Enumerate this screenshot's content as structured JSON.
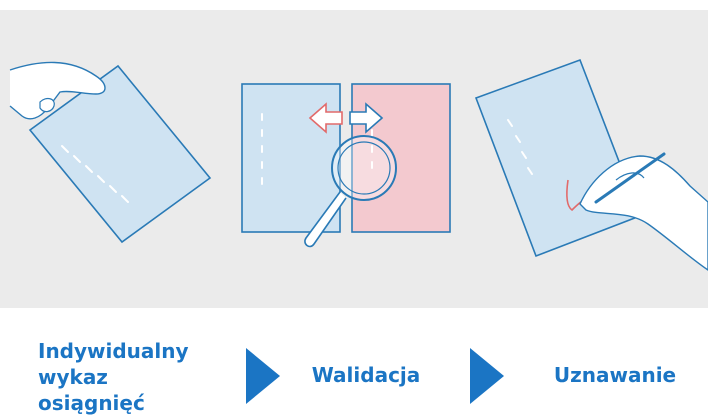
{
  "steps": [
    {
      "label": "Indywidualny\nwykaz\nosiągnięć"
    },
    {
      "label": "Walidacja"
    },
    {
      "label": "Uznawanie"
    }
  ],
  "colors": {
    "accent": "#1b75c4",
    "background": "#ebebeb",
    "doc_blue": "#cfe3f2",
    "doc_pink": "#f3c9cf",
    "line": "#2a7ab6",
    "arrow_red": "#e26a6a"
  },
  "icons": [
    "hand-holding-document-icon",
    "compare-documents-icon",
    "magnifier-icon",
    "hand-signing-document-icon"
  ]
}
